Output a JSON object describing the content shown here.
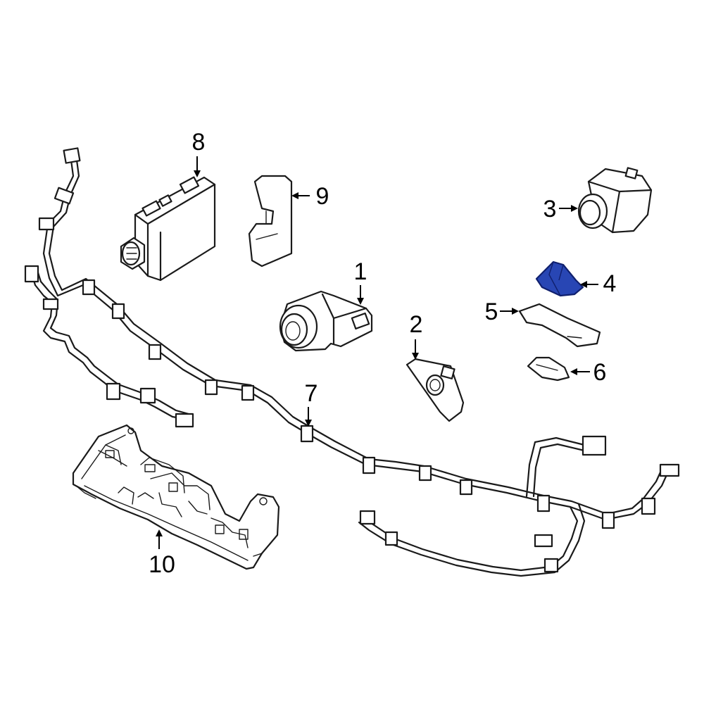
{
  "callouts": [
    "1",
    "2",
    "3",
    "4",
    "5",
    "6",
    "7",
    "8",
    "9",
    "10"
  ],
  "colors": {
    "line": "#1a1a1a",
    "highlight_fill": "#2846b4",
    "highlight_stroke": "#10206e",
    "background": "#ffffff"
  },
  "highlighted_part": "4"
}
